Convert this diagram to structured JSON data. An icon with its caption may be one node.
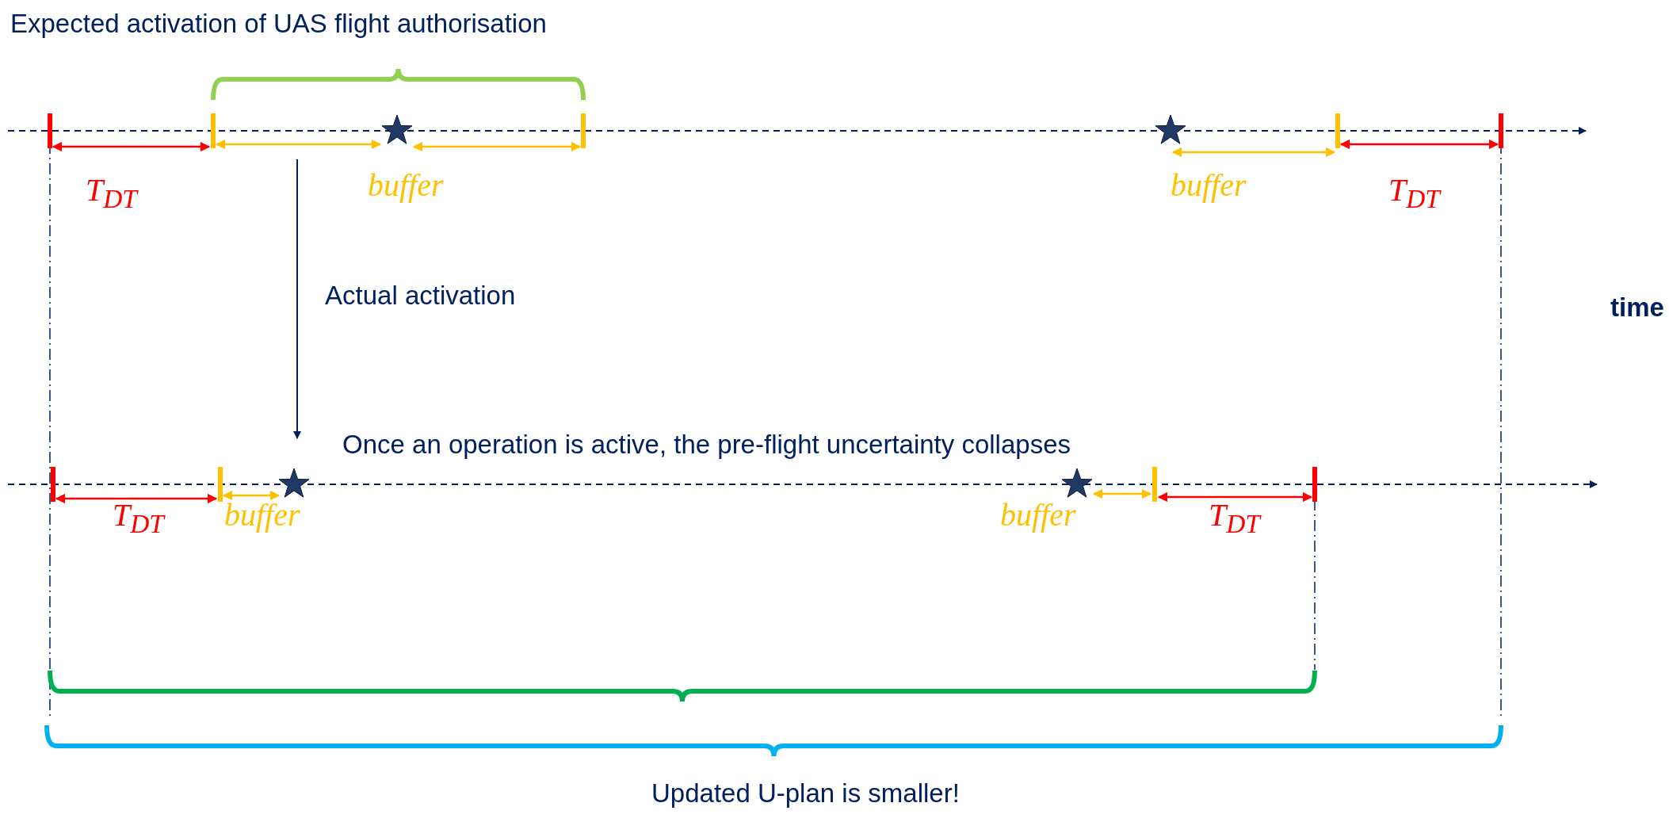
{
  "diagram": {
    "labels": [
      "Expected activation of UAS flight authorisation",
      "T$_{DT}$",
      "buffer",
      "buffer",
      "T$_{DT}$",
      "time",
      "Actual activation",
      "Once an operation is active, the pre-flight uncertainty collapses",
      "T$_{DT}$",
      "buffer",
      "buffer",
      "T$_{DT}$",
      "Updated U-plan is smaller!"
    ]
  }
}
